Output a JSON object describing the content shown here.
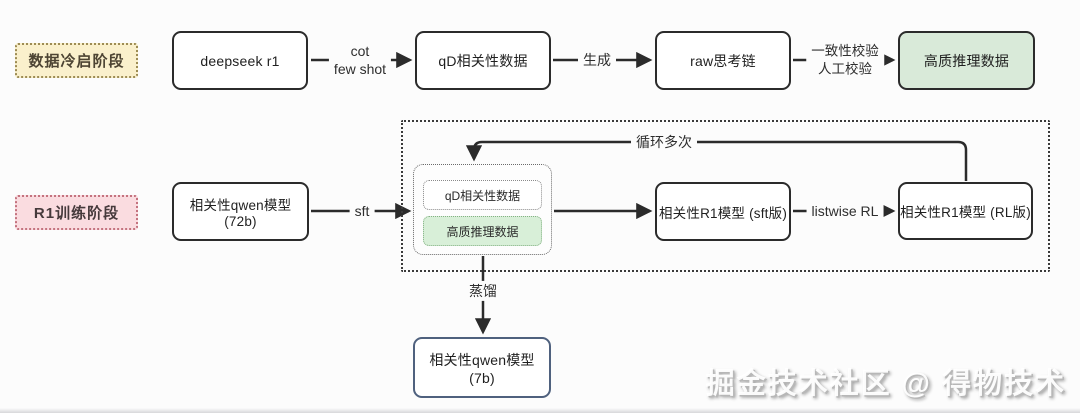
{
  "phases": {
    "cold_start": "数据冷启阶段",
    "r1_training": "R1训练阶段"
  },
  "nodes": {
    "deepseek_r1": "deepseek r1",
    "qd_data": "qD相关性数据",
    "raw_cot": "raw思考链",
    "hq_data": "高质推理数据",
    "qwen_72b": "相关性qwen模型 (72b)",
    "inner_qd": "qD相关性数据",
    "inner_hq": "高质推理数据",
    "r1_sft": "相关性R1模型 (sft版)",
    "r1_rl": "相关性R1模型 (RL版)",
    "qwen_7b": "相关性qwen模型 (7b)"
  },
  "edges": {
    "cot_line1": "cot",
    "cot_line2": "few shot",
    "generate": "生成",
    "check_line1": "一致性校验",
    "check_line2": "人工校验",
    "sft": "sft",
    "listwise_rl": "listwise RL",
    "loop": "循环多次",
    "distill": "蒸馏"
  },
  "watermark": "掘金技术社区 @ 得物技术",
  "colors": {
    "node_border": "#2b2b2b",
    "green_fill": "#d9ead9",
    "cold_badge_bg": "#faf0cc",
    "train_badge_bg": "#fadce0",
    "blue_border": "#4f617e",
    "background": "#fcfcfc"
  }
}
